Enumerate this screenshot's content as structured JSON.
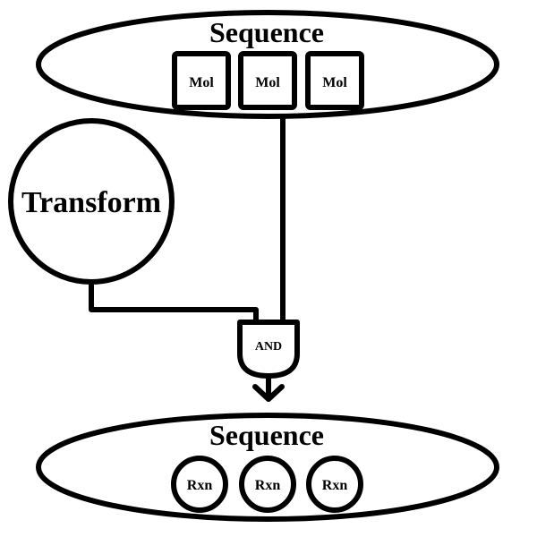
{
  "top_sequence": {
    "label": "Sequence",
    "items": [
      {
        "label": "Mol"
      },
      {
        "label": "Mol"
      },
      {
        "label": "Mol"
      }
    ]
  },
  "transform": {
    "label": "Transform"
  },
  "gate": {
    "label": "AND"
  },
  "bottom_sequence": {
    "label": "Sequence",
    "items": [
      {
        "label": "Rxn"
      },
      {
        "label": "Rxn"
      },
      {
        "label": "Rxn"
      }
    ]
  }
}
